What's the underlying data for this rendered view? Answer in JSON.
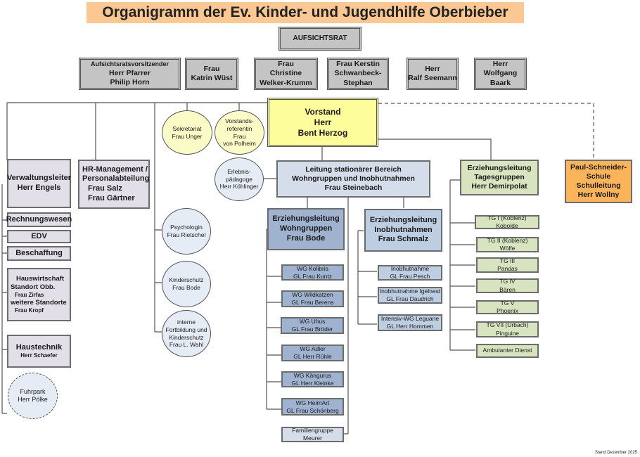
{
  "title": "Organigramm der Ev. Kinder- und Jugendhilfe Oberbieber",
  "aufsichtsrat": {
    "label": "AUFSICHTSRAT",
    "members": [
      {
        "lines": [
          "Aufsichtsratsvorsitzender",
          "Herr Pfarrer",
          "Philip Horn"
        ]
      },
      {
        "lines": [
          "Frau",
          "Katrin Wüst"
        ]
      },
      {
        "lines": [
          "Frau",
          "Christine",
          "Welker-Krumm"
        ]
      },
      {
        "lines": [
          "Frau Kerstin",
          "Schwanbeck-",
          "Stephan"
        ]
      },
      {
        "lines": [
          "Herr",
          "Ralf Seemann"
        ]
      },
      {
        "lines": [
          "Herr",
          "Wolfgang",
          "Baark"
        ]
      }
    ]
  },
  "vorstand": {
    "lines": [
      "Vorstand",
      "Herr",
      "Bent Herzog"
    ]
  },
  "staff": {
    "sekretariat": {
      "lines": [
        "Sekretariat",
        "Frau Unger"
      ]
    },
    "referentin": {
      "lines": [
        "Vorstands-",
        "referentin",
        "Frau",
        "von Polheim"
      ]
    },
    "erlebnis": {
      "lines": [
        "Erlebnis-",
        "pädagoge",
        "Herr Köhlinger"
      ]
    }
  },
  "verwaltung": {
    "head": {
      "lines": [
        "Verwaltungsleiter",
        "Herr Engels"
      ]
    },
    "units": [
      {
        "lines": [
          "Rechnungswesen"
        ]
      },
      {
        "lines": [
          "EDV"
        ]
      },
      {
        "lines": [
          "Beschaffung"
        ]
      }
    ],
    "hauswirtschaft": {
      "lines": [
        "Hauswirtschaft",
        "Standort Obb.",
        "Frau Zirfas",
        "weitere Standorte",
        "Frau Kropf"
      ]
    },
    "haustechnik": {
      "lines": [
        "Haustechnik",
        "Herr Schaefer"
      ]
    },
    "fuhrpark": {
      "lines": [
        "Fuhrpark",
        "Herr Pölke"
      ]
    }
  },
  "hr": {
    "lines": [
      "HR-Management /",
      "Personalabteilung",
      "Frau Salz",
      "Frau Gärtner"
    ]
  },
  "fachdienste": [
    {
      "lines": [
        "Psychologin",
        "Frau Rietschel"
      ]
    },
    {
      "lines": [
        "Kinderschutz",
        "Frau Bode"
      ]
    },
    {
      "lines": [
        "interne",
        "Fortbildung und",
        "Kinderschutz",
        "Frau L. Wahl"
      ]
    }
  ],
  "stationaer": {
    "head": {
      "lines": [
        "Leitung stationärer Bereich",
        "Wohngruppen und Inobhutnahmen",
        "Frau Steinebach"
      ]
    },
    "wohngruppen": {
      "head": {
        "lines": [
          "Erziehungsleitung",
          "Wohngruppen",
          "Frau Bode"
        ]
      },
      "groups": [
        {
          "lines": [
            "WG Kolibris",
            "GL Frau Kuntz"
          ]
        },
        {
          "lines": [
            "WG Wildkatzen",
            "GL Frau Berens"
          ]
        },
        {
          "lines": [
            "WG Uhus",
            "GL Frau Bröder"
          ]
        },
        {
          "lines": [
            "WG Adler",
            "GL Herr Rühle"
          ]
        },
        {
          "lines": [
            "WG Kängurus",
            "GL Herr Kleinke"
          ]
        },
        {
          "lines": [
            "WG HeimArt",
            "GL Frau Schönberg"
          ]
        }
      ]
    },
    "familiengruppe": {
      "lines": [
        "Familiengruppe",
        "Meurer"
      ]
    },
    "inobhutnahmen": {
      "head": {
        "lines": [
          "Erziehungsleitung",
          "Inobhutnahmen",
          "Frau Schmalz"
        ]
      },
      "groups": [
        {
          "lines": [
            "Inobhutnahme",
            "GL Frau Pesch"
          ]
        },
        {
          "lines": [
            "Inobhutnahme Igelnest",
            "GL Frau Daudrich"
          ]
        },
        {
          "lines": [
            "Intensiv-WG Leguane",
            "GL Herr Hommen"
          ]
        }
      ]
    }
  },
  "tagesgruppen": {
    "head": {
      "lines": [
        "Erziehungsleitung",
        "Tagesgruppen",
        "Herr Demirpolat"
      ]
    },
    "groups": [
      {
        "lines": [
          "TG I (Koblenz)",
          "Kobolde"
        ]
      },
      {
        "lines": [
          "TG II (Koblenz)",
          "Wölfe"
        ]
      },
      {
        "lines": [
          "TG III",
          "Pandas"
        ]
      },
      {
        "lines": [
          "TG IV",
          "Bären"
        ]
      },
      {
        "lines": [
          "TG V",
          "Phoenix"
        ]
      },
      {
        "lines": [
          "TG VII (Urbach)",
          "Pinguine"
        ]
      },
      {
        "lines": [
          "Ambulanter Dienst"
        ]
      }
    ]
  },
  "schule": {
    "lines": [
      "Paul-Schneider-",
      "Schule",
      "Schulleitung",
      "Herr Wollny"
    ]
  },
  "footer": "Stand Dezember 2025",
  "colors": {
    "title_bg": "#fbc792",
    "board": "#c4c4c4",
    "executive": "#fdfd9c",
    "administration": "#e3dfe9",
    "residential": "#9fb3d1",
    "day_groups": "#d8e3bf",
    "school": "#fbb45a"
  }
}
